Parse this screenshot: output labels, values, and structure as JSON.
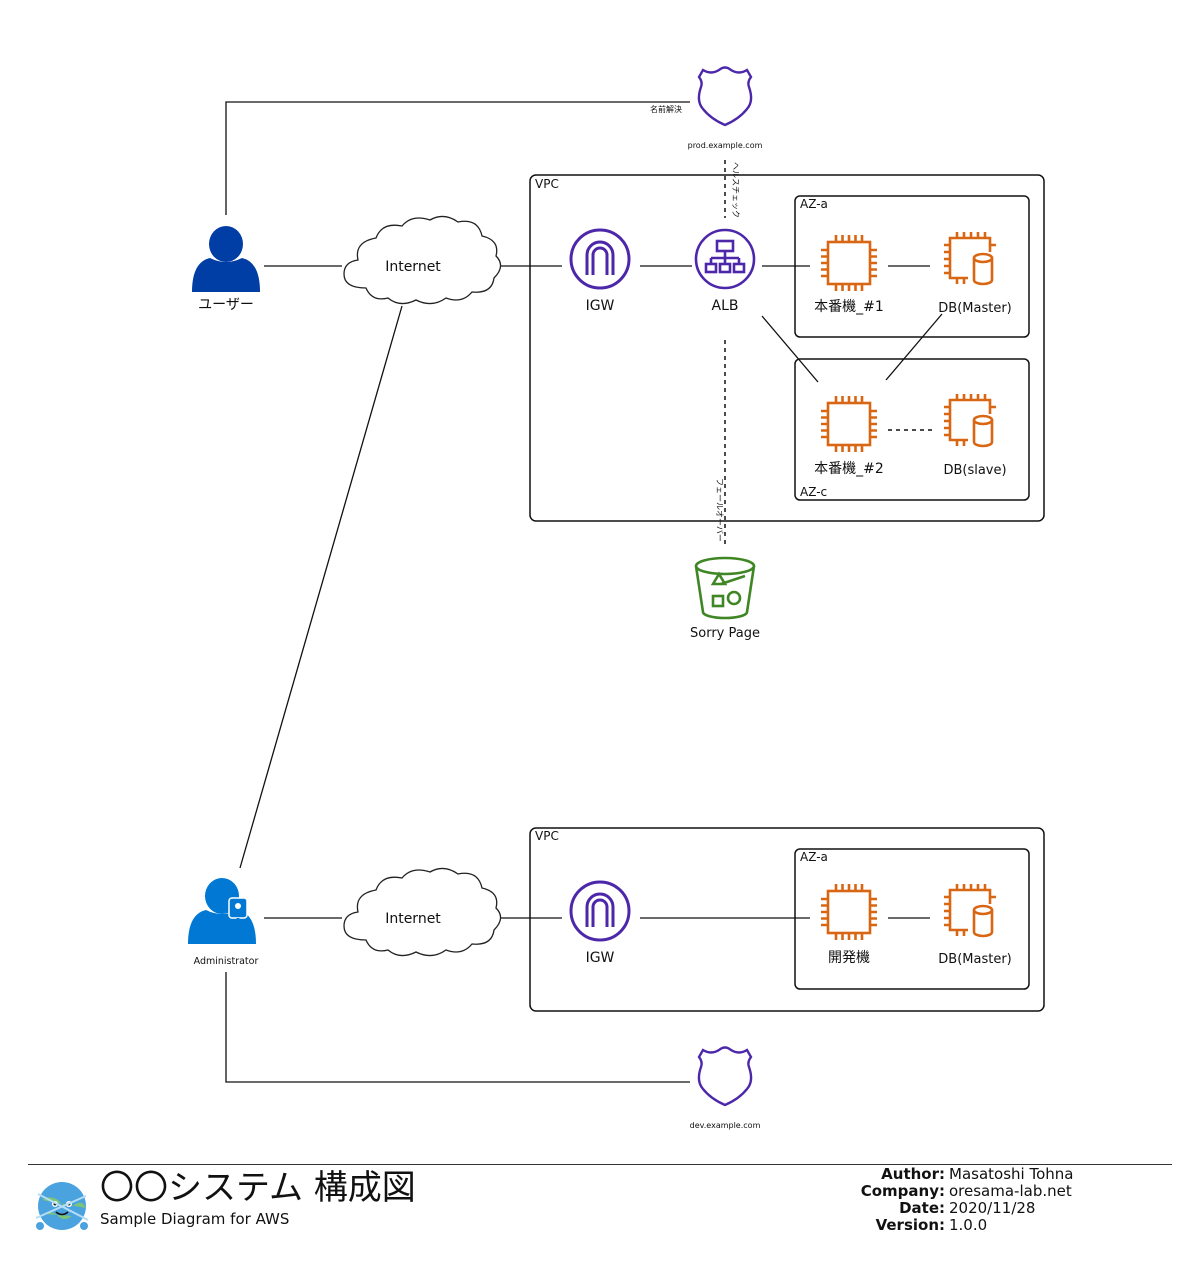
{
  "diagram": {
    "prod": {
      "vpc_label": "VPC",
      "az_a_label": "AZ-a",
      "az_c_label": "AZ-c",
      "internet_label": "Internet",
      "igw_label": "IGW",
      "alb_label": "ALB",
      "server1_label": "本番機_#1",
      "server2_label": "本番機_#2",
      "db_master_label": "DB(Master)",
      "db_slave_label": "DB(slave)",
      "dns_label": "prod.example.com",
      "name_resolution_label": "名前解決",
      "health_check_label": "ヘルスチェック",
      "failover_label": "フェールオーバー",
      "sorry_page_label": "Sorry Page"
    },
    "dev": {
      "vpc_label": "VPC",
      "az_a_label": "AZ-a",
      "internet_label": "Internet",
      "igw_label": "IGW",
      "server_label": "開発機",
      "db_master_label": "DB(Master)",
      "dns_label": "dev.example.com"
    },
    "user_label": "ユーザー",
    "admin_label": "Administrator",
    "colors": {
      "purple": "#4d27aa",
      "orange": "#d86613",
      "green": "#3f8624",
      "user_blue": "#003da5",
      "admin_blue": "#0078d4"
    },
    "icons": {
      "user": "user-icon",
      "admin": "administrator-key-icon",
      "internet": "cloud-icon",
      "igw": "internet-gateway-icon",
      "alb": "load-balancer-icon",
      "server": "ec2-instance-icon",
      "db": "database-instance-icon",
      "dns": "route53-shield-icon",
      "bucket": "s3-bucket-icon"
    }
  },
  "footer": {
    "title": "〇〇システム 構成図",
    "subtitle": "Sample Diagram for AWS",
    "author_key": "Author:",
    "author": "Masatoshi Tohna",
    "company_key": "Company:",
    "company": "oresama-lab.net",
    "date_key": "Date:",
    "date": "2020/11/28",
    "version_key": "Version:",
    "version": "1.0.0"
  }
}
